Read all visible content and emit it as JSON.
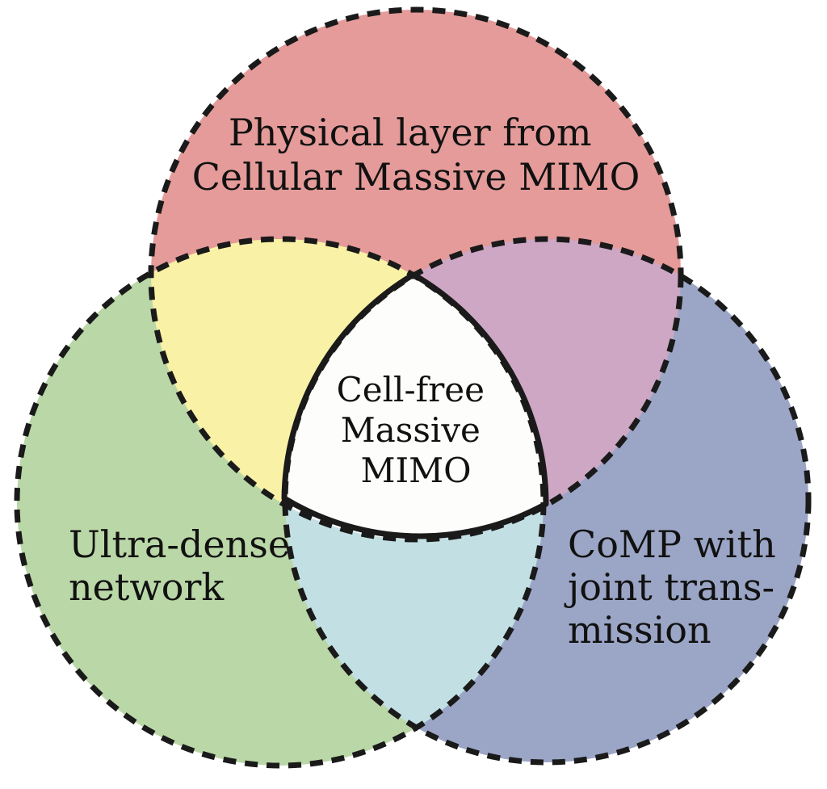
{
  "sets": {
    "top": {
      "lines": [
        "Physical layer from",
        "Cellular Massive MIMO"
      ],
      "color": "#e49b99"
    },
    "left": {
      "lines": [
        "Ultra-dense",
        "network"
      ],
      "color": "#bad7a7"
    },
    "right": {
      "lines": [
        "CoMP with",
        "joint trans-",
        "mission"
      ],
      "color": "#9ba6c6"
    }
  },
  "overlaps": {
    "top_left": {
      "color": "#f9f1a6"
    },
    "top_right": {
      "color": "#cda7c4"
    },
    "left_right": {
      "color": "#c2e0e3"
    }
  },
  "center": {
    "lines": [
      "Cell-free",
      "Massive",
      "MIMO"
    ],
    "color": "#fdfdfb"
  },
  "outline_color": "#1a1a1a"
}
